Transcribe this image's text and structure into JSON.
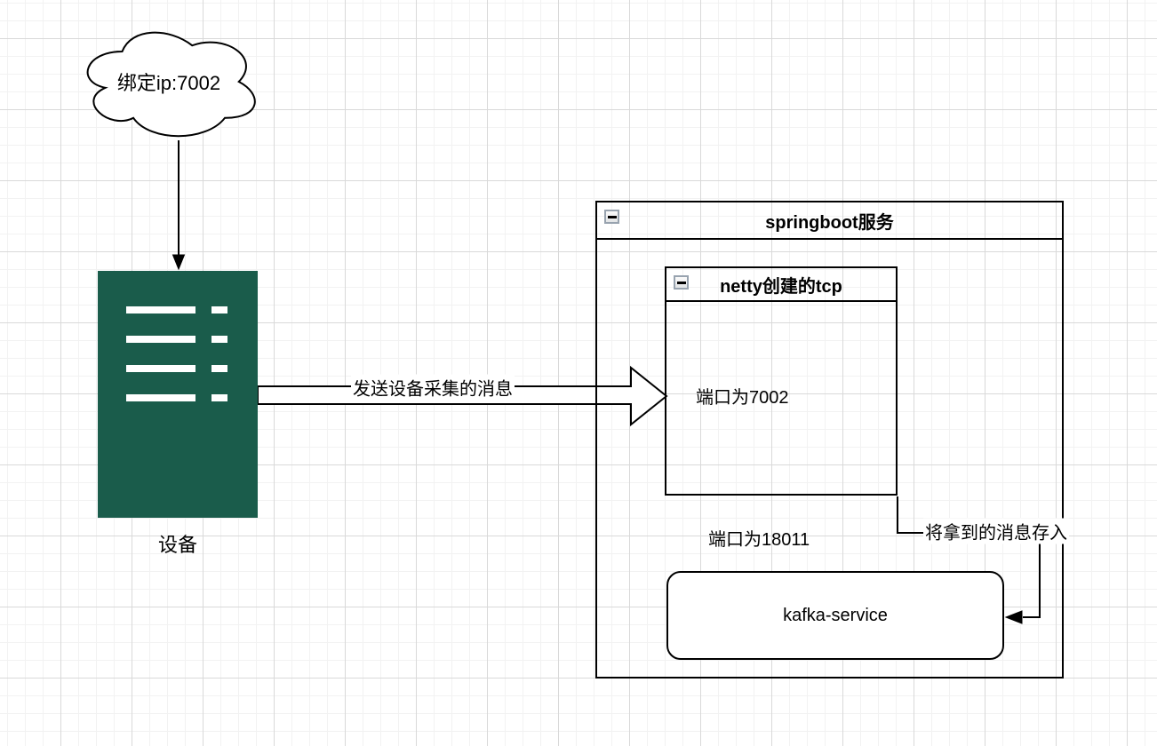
{
  "diagram": {
    "cloud": {
      "label": "绑定ip:7002"
    },
    "device": {
      "label": "设备"
    },
    "send_edge": {
      "label": "发送设备采集的消息"
    },
    "store_edge": {
      "label": "将拿到的消息存入"
    },
    "springboot_container": {
      "title": "springboot服务"
    },
    "netty_container": {
      "title": "netty创建的tcp",
      "body_label": "端口为7002"
    },
    "port_label": "端口为18011",
    "kafka": {
      "label": "kafka-service"
    }
  },
  "colors": {
    "stroke": "#000000",
    "device_fill": "#1a5c4b",
    "shape_fill": "#ffffff",
    "grid_minor": "#f2f2f2",
    "grid_major": "#d9d9d9",
    "collapse_border": "#98a3af"
  },
  "icons": {
    "collapse": "minus-icon"
  }
}
